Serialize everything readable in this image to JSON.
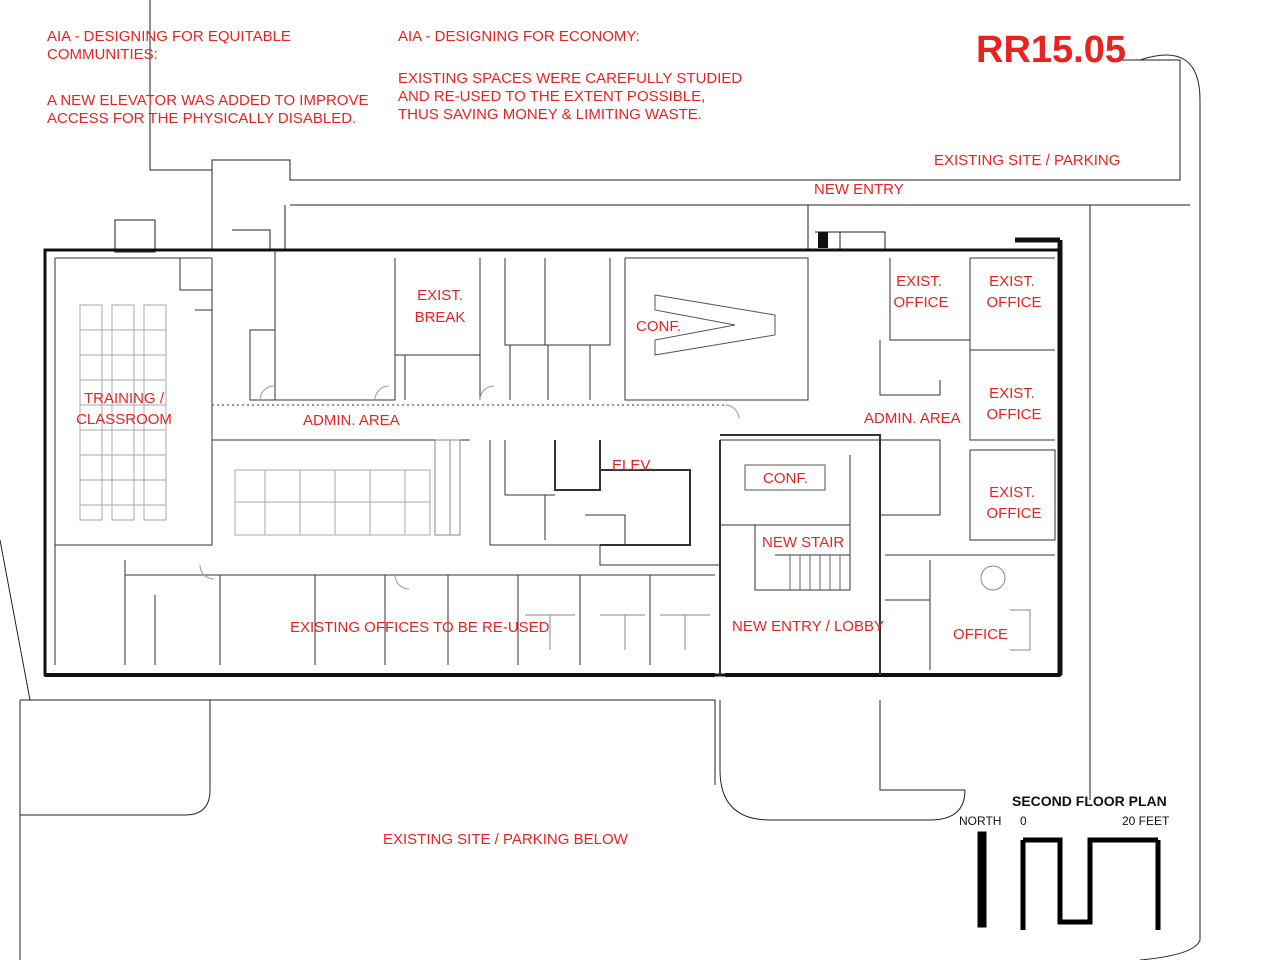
{
  "sheet": {
    "code": "RR15.05",
    "title": "SECOND FLOOR PLAN"
  },
  "notes": [
    {
      "heading": "AIA - DESIGNING FOR EQUITABLE\nCOMMUNITIES:",
      "body": "A NEW ELEVATOR WAS ADDED TO IMPROVE\nACCESS FOR THE PHYSICALLY DISABLED."
    },
    {
      "heading": "AIA - DESIGNING FOR ECONOMY:",
      "body": "EXISTING SPACES WERE CAREFULLY STUDIED\nAND RE-USED TO THE EXTENT POSSIBLE,\nTHUS SAVING MONEY & LIMITING WASTE."
    }
  ],
  "site_labels": {
    "site_parking": "EXISTING SITE / PARKING",
    "new_entry": "NEW ENTRY",
    "site_parking_below": "EXISTING SITE / PARKING BELOW"
  },
  "rooms": {
    "exist_break_1": "EXIST.",
    "exist_break_2": "BREAK",
    "conf_main": "CONF.",
    "training_1": "TRAINING /",
    "training_2": "CLASSROOM",
    "admin_area_west": "ADMIN. AREA",
    "admin_area_east": "ADMIN. AREA",
    "elev": "ELEV.",
    "conf_small": "CONF.",
    "new_stair": "NEW STAIR",
    "lobby": "NEW ENTRY / LOBBY",
    "existing_offices": "EXISTING OFFICES TO BE RE-USED",
    "office": "OFFICE",
    "exist_word": "EXIST.",
    "office_word": "OFFICE"
  },
  "scale": {
    "north": "NORTH",
    "zero": "0",
    "feet": "20 FEET"
  },
  "colors": {
    "annotation": "#e8231f",
    "linework": "#222222",
    "furniture": "#888888"
  }
}
